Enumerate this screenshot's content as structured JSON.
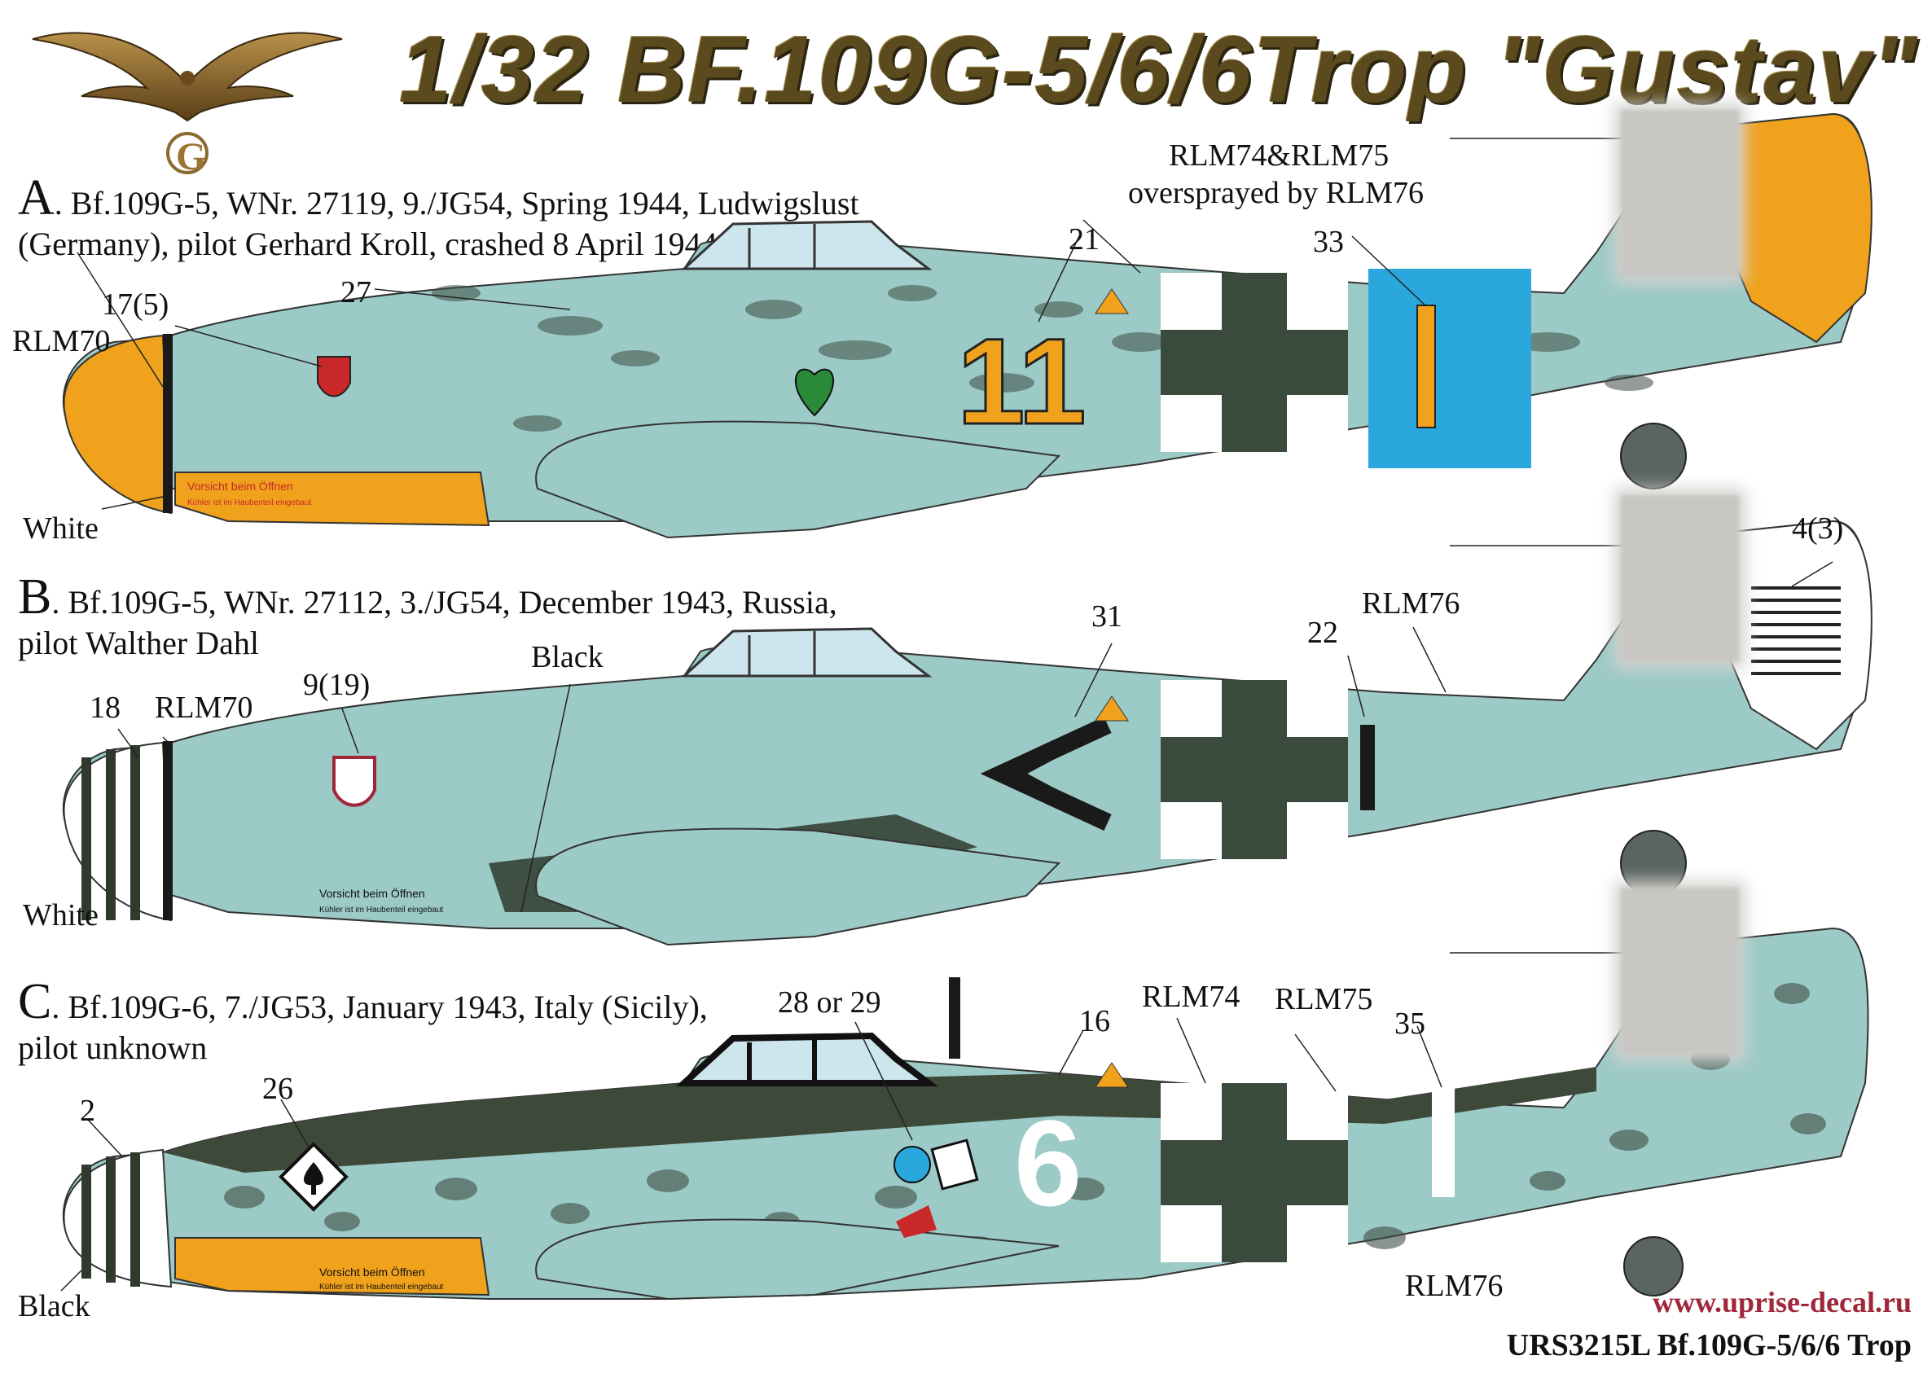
{
  "title": "1/32 BF.109G-5/6/6Trop \"Gustav\"",
  "logo": {
    "letter": "G",
    "icon": "eagle-icon"
  },
  "colors": {
    "rlm76": "#9ccac6",
    "rlm74": "#3d4a3a",
    "rlm75": "#5d6860",
    "rlm70": "#2f3a2c",
    "yellow": "#f0a21c",
    "blue_band": "#2aa7dc",
    "url": "#a0273a"
  },
  "profiles": [
    {
      "letter": "A",
      "caption_line1": ". Bf.109G-5, WNr. 27119, 9./JG54, Spring 1944, Ludwigslust",
      "caption_line2": "(Germany), pilot Gerhard Kroll, crashed 8 April 1944",
      "labels": {
        "l1": "RLM74&RLM75",
        "l2": "oversprayed by RLM76",
        "n33": "33",
        "n21": "21",
        "n27": "27",
        "n17": "17(5)",
        "rlm70": "RLM70",
        "white": "White"
      },
      "code_number": "11",
      "stencil_warning": "Vorsicht beim Öffnen",
      "stencil_sub": "Kühler ist im Haubenteil eingebaut"
    },
    {
      "letter": "B",
      "caption_line1": ". Bf.109G-5, WNr. 27112, 3./JG54, December 1943, Russia,",
      "caption_line2": "pilot Walther Dahl",
      "labels": {
        "n43": "4(3)",
        "rlm76": "RLM76",
        "n22": "22",
        "n31": "31",
        "black": "Black",
        "n919": "9(19)",
        "n18": "18",
        "rlm70": "RLM70",
        "white": "White"
      },
      "stencil_warning": "Vorsicht beim Öffnen",
      "stencil_sub": "Kühler ist im Haubenteil eingebaut"
    },
    {
      "letter": "C",
      "caption_line1": ". Bf.109G-6, 7./JG53, January 1943, Italy (Sicily),",
      "caption_line2": "pilot unknown",
      "labels": {
        "n2829": "28 or 29",
        "n16": "16",
        "rlm74": "RLM74",
        "rlm75": "RLM75",
        "n35": "35",
        "n26": "26",
        "n2": "2",
        "black": "Black",
        "rlm76": "RLM76"
      },
      "code_number": "6",
      "stencil_warning": "Vorsicht beim Öffnen",
      "stencil_sub": "Kühler ist im Haubenteil eingebaut"
    }
  ],
  "footer": {
    "url": "www.uprise-decal.ru",
    "code": "URS3215L Bf.109G-5/6/6 Trop"
  }
}
